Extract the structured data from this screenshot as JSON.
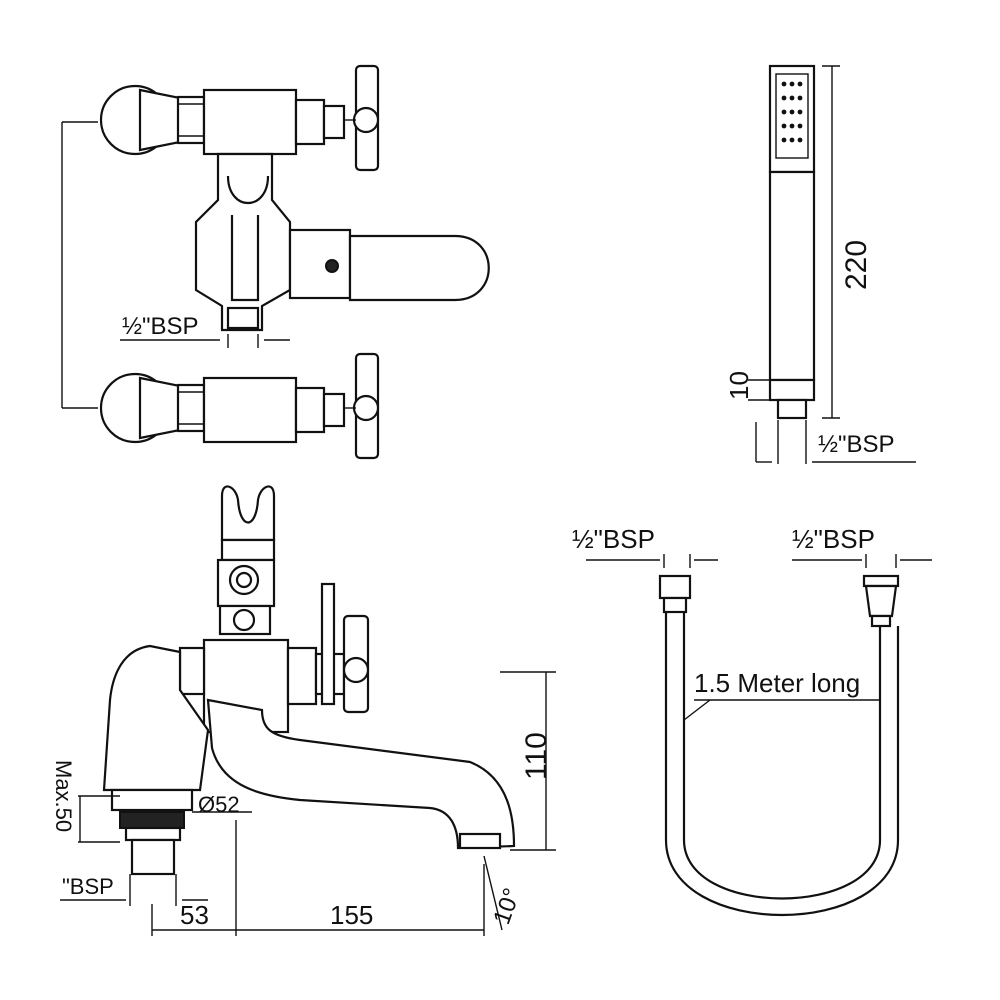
{
  "labels": {
    "bsp_front": "½\"BSP",
    "bsp_handshower": "½\"BSP",
    "bsp_hose_left": "½\"BSP",
    "bsp_hose_right": "½\"BSP",
    "bsp_side_partial": "\"BSP",
    "dim_220": "220",
    "dim_10": "10",
    "dim_110": "110",
    "dim_52": "Ø52",
    "dim_53": "53",
    "dim_155": "155",
    "dim_max50": "Max.50",
    "angle_10": "10°",
    "hose_length": "1.5 Meter long"
  },
  "colors": {
    "line": "#111111",
    "background": "#ffffff"
  }
}
